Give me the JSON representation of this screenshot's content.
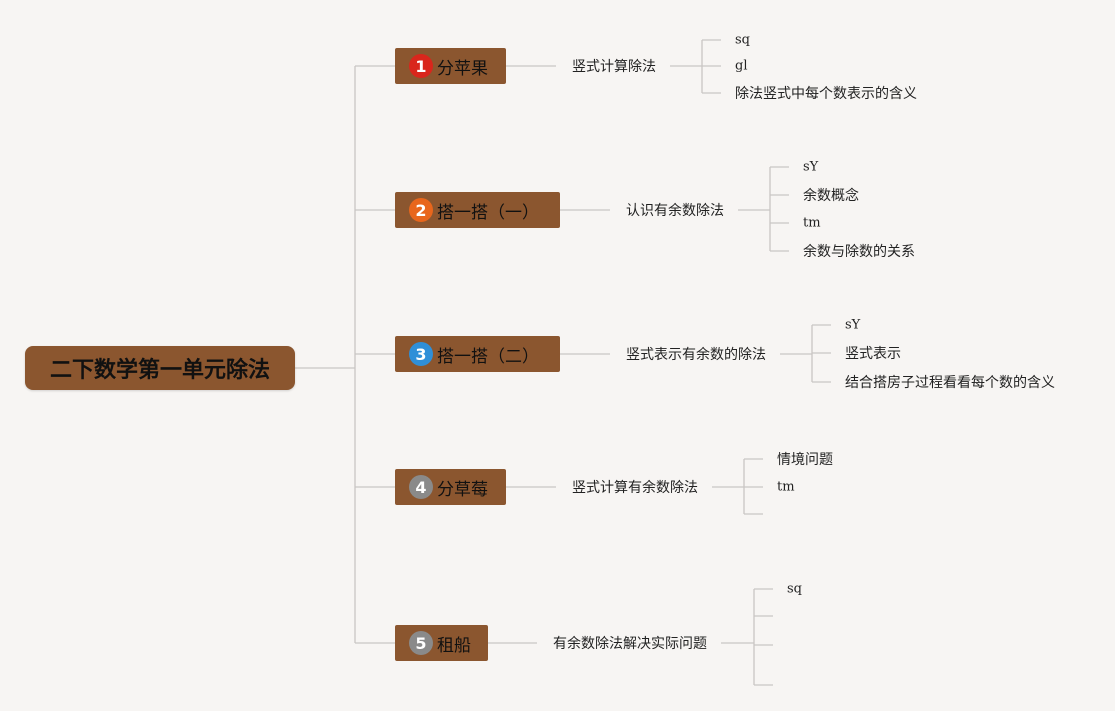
{
  "root": {
    "label": "二下数学第一单元除法"
  },
  "colors": {
    "node": "#8b562f",
    "line": "#c9c6c4",
    "background": "#f7f5f3"
  },
  "branches": [
    {
      "number": "1",
      "badge_color": "#d9261c",
      "label": "分苹果",
      "sub": "竖式计算除法",
      "leaves": [
        "sq",
        "gl",
        "除法竖式中每个数表示的含义"
      ]
    },
    {
      "number": "2",
      "badge_color": "#e8661c",
      "label": "搭一搭（一）",
      "sub": "认识有余数除法",
      "leaves": [
        "sY",
        "余数概念",
        "tm",
        "余数与除数的关系"
      ]
    },
    {
      "number": "3",
      "badge_color": "#2f8fd8",
      "label": "搭一搭（二）",
      "sub": "竖式表示有余数的除法",
      "leaves": [
        "sY",
        "竖式表示",
        "结合搭房子过程看看每个数的含义"
      ]
    },
    {
      "number": "4",
      "badge_color": "#8a8a8a",
      "label": "分草莓",
      "sub": "竖式计算有余数除法",
      "leaves": [
        "情境问题",
        "tm",
        ""
      ]
    },
    {
      "number": "5",
      "badge_color": "#8a8a8a",
      "label": "租船",
      "sub": "有余数除法解决实际问题",
      "leaves": [
        "sq",
        "",
        "",
        ""
      ]
    }
  ]
}
